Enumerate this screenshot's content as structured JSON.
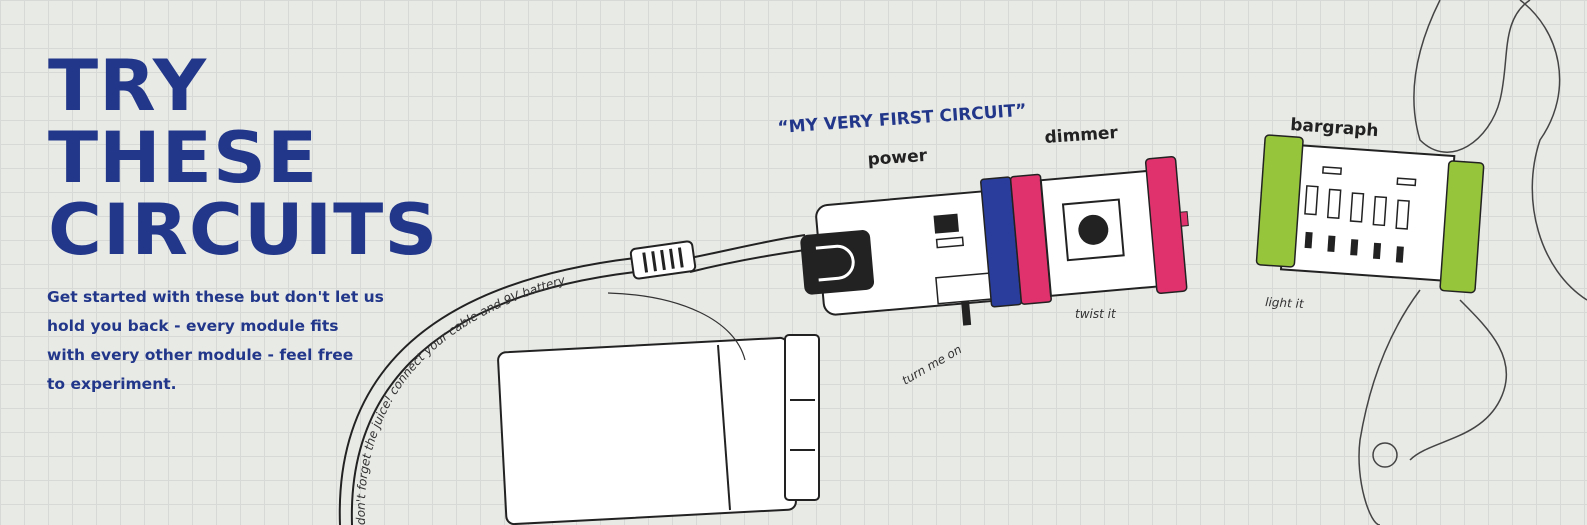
{
  "heading": {
    "lines": [
      "TRY",
      "THESE",
      "CIRCUITS"
    ]
  },
  "intro": {
    "lines": [
      "Get started with these but don't let us",
      "hold you back - every module fits",
      "with every other module - feel free",
      "to experiment."
    ]
  },
  "circuit": {
    "title": "“MY VERY FIRST CIRCUIT”",
    "modules": {
      "power": "power",
      "dimmer": "dimmer",
      "bargraph": "bargraph"
    },
    "notes": {
      "battery": "don't forget the juice! connect your cable and 9V battery",
      "switch": "turn me on",
      "dimmer": "twist it",
      "bargraph": "light it"
    }
  },
  "colors": {
    "heading": "#22378a",
    "power_blue": "#2a3d9c",
    "input_pink": "#e0336e",
    "output_green": "#96c43a"
  }
}
